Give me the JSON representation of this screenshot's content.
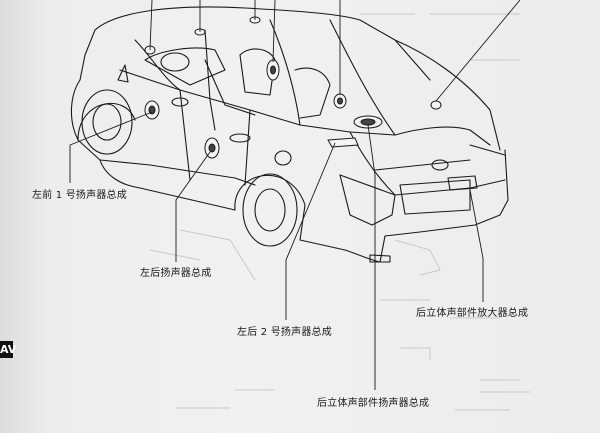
{
  "callouts": {
    "left_front_1": "左前 1 号扬声器总成",
    "left_rear": "左后扬声器总成",
    "left_rear_2": "左后 2 号扬声器总成",
    "rear_stereo_speaker": "后立体声部件扬声器总成",
    "rear_stereo_amp": "后立体声部件放大器总成"
  },
  "section_tab": "AV",
  "colors": {
    "line": "#1a1a1a",
    "faint": "#c9c9c9",
    "tab_bg": "#111111"
  }
}
